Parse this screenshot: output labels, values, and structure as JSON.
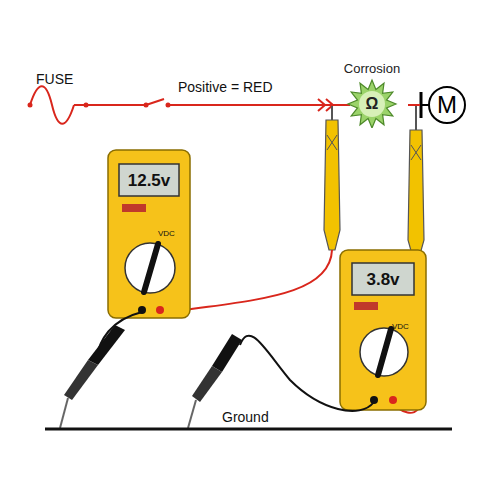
{
  "diagram": {
    "nodes": [
      {
        "text": [
          "Corrosion",
          "Ω"
        ]
      },
      {
        "text": [
          "M"
        ]
      },
      {
        "text": [
          "12.5v",
          "VDC"
        ]
      },
      {
        "text": [
          "3.8v",
          "VDC"
        ]
      }
    ],
    "edges": [
      {
        "from": 0,
        "to": 1,
        "arrow": "none"
      }
    ],
    "labels": [
      "FUSE",
      "Positive = RED",
      "Ground"
    ]
  }
}
